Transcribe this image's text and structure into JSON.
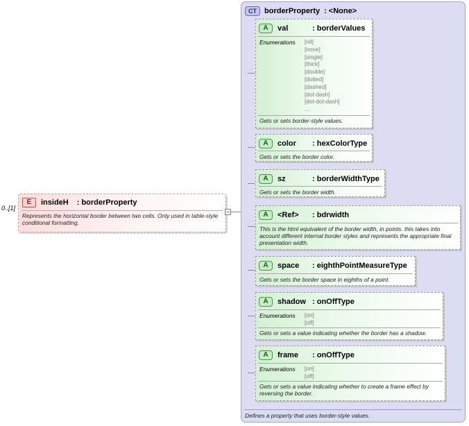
{
  "element": {
    "badge": "E",
    "name": "insideH",
    "type": ": borderProperty",
    "multiplicity": "0..[1]",
    "description": "Represents the horizontal border between two cells. Only used in table-style conditional formatting."
  },
  "complex_type": {
    "badge": "CT",
    "name": "borderProperty",
    "type": ": <None>",
    "description": "Defines a property that uses border-style values."
  },
  "attributes": [
    {
      "badge": "A",
      "name": "val",
      "type": ": borderValues",
      "enumerations_label": "Enumerations",
      "enumerations": [
        "[nil]",
        "[none]",
        "[single]",
        "[thick]",
        "[double]",
        "[dotted]",
        "[dashed]",
        "[dot-dash]",
        "[dot-dot-dash]",
        "..."
      ],
      "description": "Gets or sets border-style values."
    },
    {
      "badge": "A",
      "name": "color",
      "type": ": hexColorType",
      "description": "Gets or sets the border color."
    },
    {
      "badge": "A",
      "name": "sz",
      "type": ": borderWidthType",
      "description": "Gets or sets the border width."
    },
    {
      "badge": "A",
      "name": "<Ref>",
      "type": ": bdrwidth",
      "description": "This is the html equivalent of the border width, in points.  this takes into account different internal border styles and represents the appropriate final presentation width."
    },
    {
      "badge": "A",
      "name": "space",
      "type": ": eighthPointMeasureType",
      "description": "Gets or sets the border space in eighths of a point."
    },
    {
      "badge": "A",
      "name": "shadow",
      "type": ": onOffType",
      "enumerations_label": "Enumerations",
      "enumerations": [
        "[on]",
        "[off]"
      ],
      "description": "Gets or sets a value indicating whether the border has a shadow."
    },
    {
      "badge": "A",
      "name": "frame",
      "type": ": onOffType",
      "enumerations_label": "Enumerations",
      "enumerations": [
        "[on]",
        "[off]"
      ],
      "description": "Gets or sets a value indicating whether to create a frame effect by reversing the border."
    }
  ]
}
